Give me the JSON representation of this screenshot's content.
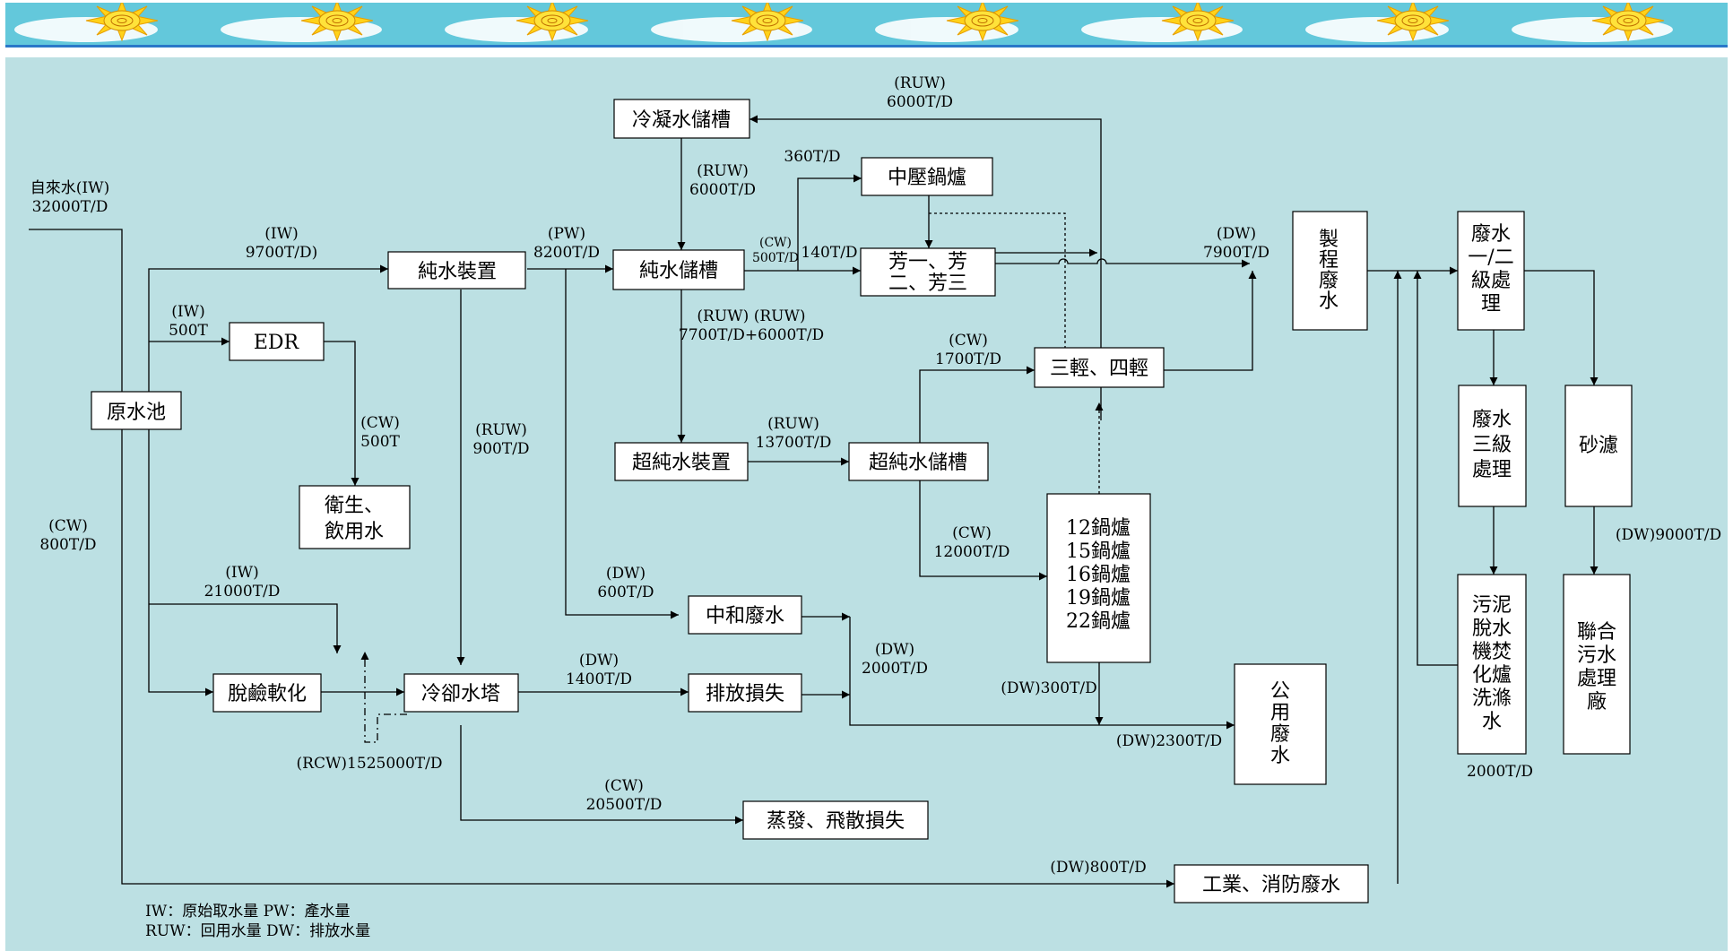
{
  "colors": {
    "background": "#bce0e3",
    "banner": "#5cc2d6",
    "box": "#ffffff",
    "line": "#000000"
  },
  "banner": {
    "icon": "sun-icon"
  },
  "nodes": {
    "raw_pool": "原水池",
    "pure_water_unit": "純水裝置",
    "edr": "EDR",
    "sanitary_line1": "衛生、",
    "sanitary_line2": "飲用水",
    "desalination": "脫鹼軟化",
    "cooling_tower": "冷卻水塔",
    "condensate_tank": "冷凝水儲槽",
    "pure_water_tank": "純水儲槽",
    "ultra_pure_unit": "超純水裝置",
    "ultra_pure_tank": "超純水儲槽",
    "medium_boiler": "中壓鍋爐",
    "aroma_line1": "芳一、芳",
    "aroma_line2": "二、芳三",
    "light_plants": "三輕、四輕",
    "boilers": [
      "12鍋爐",
      "15鍋爐",
      "16鍋爐",
      "19鍋爐",
      "22鍋爐"
    ],
    "neutral_waste": "中和廢水",
    "discharge_loss": "排放損失",
    "evaporation_loss": "蒸發、飛散損失",
    "process_waste": [
      "製",
      "程",
      "廢",
      "水"
    ],
    "utility_waste": [
      "公",
      "用",
      "廢",
      "水"
    ],
    "industrial_fire_waste": "工業、消防廢水",
    "ww_primary": [
      "廢水",
      "一/二",
      "級處",
      "理"
    ],
    "ww_tertiary": [
      "廢水",
      "三級",
      "處理"
    ],
    "sludge": [
      "污泥",
      "脫水",
      "機焚",
      "化爐",
      "洗滌",
      "水"
    ],
    "sand_filter": "砂濾",
    "joint_plant": [
      "聯合",
      "污水",
      "處理",
      "廠"
    ]
  },
  "labels": {
    "tap_water_1": "自來水(IW)",
    "tap_water_2": "32000T/D",
    "iw_9700_1": "(IW)",
    "iw_9700_2": "9700T/D)",
    "iw_500_1": "(IW)",
    "iw_500_2": "500T",
    "cw_500_1": "(CW)",
    "cw_500_2": "500T",
    "cw_800_1": "(CW)",
    "cw_800_2": "800T/D",
    "iw_21000_1": "(IW)",
    "iw_21000_2": "21000T/D",
    "ruw_900_1": "(RUW)",
    "ruw_900_2": "900T/D",
    "pw_8200_1": "(PW)",
    "pw_8200_2": "8200T/D",
    "ruw_6000_top_1": "(RUW)",
    "ruw_6000_top_2": "6000T/D",
    "ruw_6000_mid_1": "(RUW)",
    "ruw_6000_mid_2": "6000T/D",
    "cw_500_small_1": "(CW)",
    "cw_500_small_2": "500T/D",
    "t360": "360T/D",
    "t140": "140T/D",
    "ruw_7700_1": "(RUW)    (RUW)",
    "ruw_7700_2": "7700T/D+6000T/D",
    "ruw_13700_1": "(RUW)",
    "ruw_13700_2": "13700T/D",
    "cw_1700_1": "(CW)",
    "cw_1700_2": "1700T/D",
    "dw_7900_1": "(DW)",
    "dw_7900_2": "7900T/D",
    "cw_12000_1": "(CW)",
    "cw_12000_2": "12000T/D",
    "dw_600_1": "(DW)",
    "dw_600_2": "600T/D",
    "dw_1400_1": "(DW)",
    "dw_1400_2": "1400T/D",
    "dw_2000_1": "(DW)",
    "dw_2000_2": "2000T/D",
    "dw_300": "(DW)300T/D",
    "dw_2300": "(DW)2300T/D",
    "rcw": "(RCW)1525000T/D",
    "cw_20500_1": "(CW)",
    "cw_20500_2": "20500T/D",
    "dw_800": "(DW)800T/D",
    "dw_9000": "(DW)9000T/D",
    "sludge_2000": "2000T/D"
  },
  "legend": {
    "line1": "IW：原始取水量  PW：產水量",
    "line2": "RUW：回用水量   DW：排放水量"
  }
}
